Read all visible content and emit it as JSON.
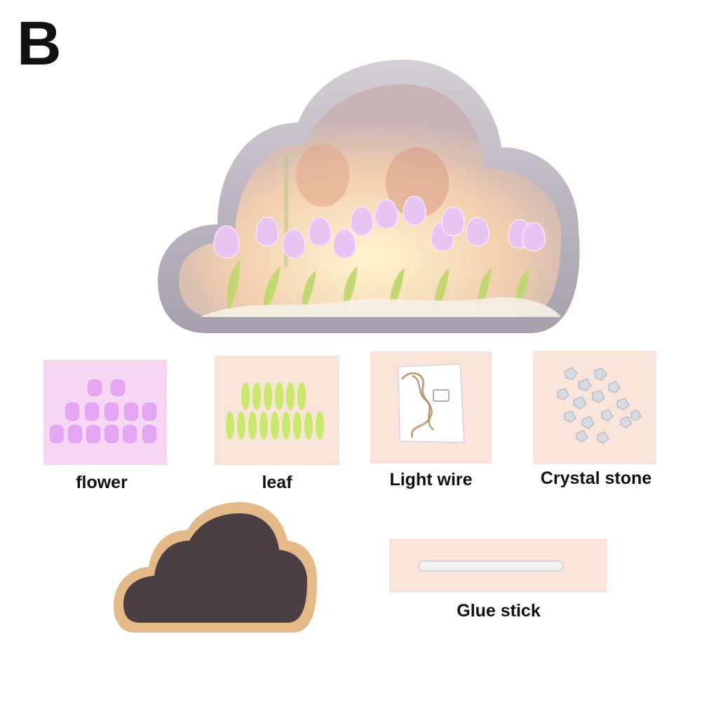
{
  "variant_label": "B",
  "colors": {
    "frame": "#b9b2be",
    "glow": "#ffe6b3",
    "tulip": "#e6b8f0",
    "leaf": "#c9e86a",
    "tile_flower": "#f6d6f2",
    "tile_other": "#f8e4d8",
    "wood": "#e2b987",
    "mirror": "#4a3f42"
  },
  "parts": [
    {
      "id": "flower",
      "label": "flower",
      "icon": "tulip-icon"
    },
    {
      "id": "leaf",
      "label": "leaf",
      "icon": "leaf-icon"
    },
    {
      "id": "light-wire",
      "label": "Light wire",
      "icon": "wire-bag-icon"
    },
    {
      "id": "crystal-stone",
      "label": "Crystal stone",
      "icon": "crystal-icon"
    },
    {
      "id": "mirror-frame",
      "label": "",
      "icon": "cloud-frame-icon"
    },
    {
      "id": "glue-stick",
      "label": "Glue stick",
      "icon": "glue-stick-icon"
    }
  ]
}
